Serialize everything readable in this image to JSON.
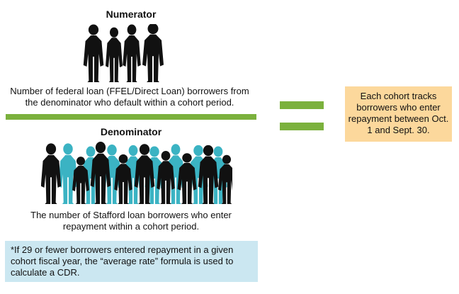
{
  "numerator": {
    "title": "Numerator",
    "description": "Number of federal loan (FFEL/Direct Loan) borrowers from the denominator who default within a cohort period."
  },
  "denominator": {
    "title": "Denominator",
    "description": "The number of Stafford loan borrowers who enter repayment within a cohort period."
  },
  "footnote": "*If 29 or fewer borrowers entered repayment in a given cohort fiscal year, the “average rate” formula is used to calculate a CDR.",
  "cohort_note": "Each cohort tracks borrowers who enter repayment between Oct. 1 and Sept. 30.",
  "colors": {
    "bar_green": "#7bb13d",
    "footnote_bg": "#cbe7f1",
    "note_bg": "#fcd89c",
    "silhouette_dark": "#111111",
    "silhouette_teal": "#3bb3c3"
  },
  "icons": [
    "people-silhouettes-icon",
    "crowd-silhouettes-icon",
    "equals-icon"
  ]
}
